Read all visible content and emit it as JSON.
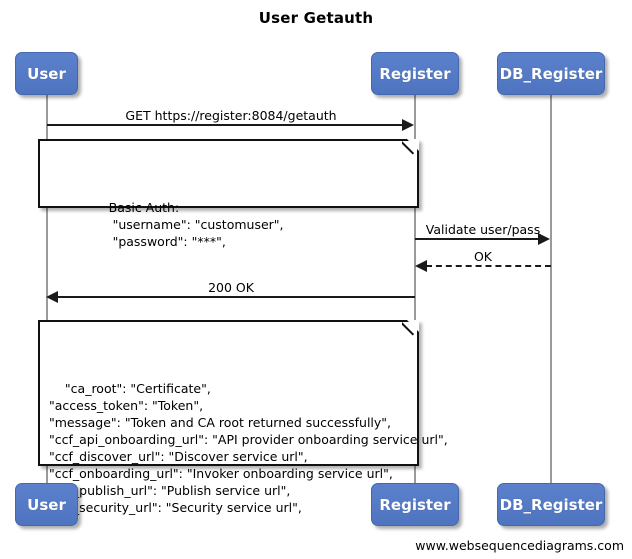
{
  "title": "User Getauth",
  "footer": "www.websequencediagrams.com",
  "colors": {
    "actor_fill": "#557ac8",
    "actor_border": "#4468ae",
    "actor_text": "#ffffff",
    "line": "#1a1a1a",
    "lifeline": "#9a9a9a",
    "note_fill": "#ffffff",
    "note_border": "#111111",
    "background": "#ffffff"
  },
  "actors": [
    {
      "id": "user",
      "label": "User"
    },
    {
      "id": "register",
      "label": "Register"
    },
    {
      "id": "db_register",
      "label": "DB_Register"
    }
  ],
  "messages": [
    {
      "id": "m1",
      "label": "GET https://register:8084/getauth",
      "from": "User",
      "to": "Register",
      "direction": "right",
      "style": "solid"
    },
    {
      "id": "m2",
      "label": "Validate user/pass",
      "from": "Register",
      "to": "DB_Register",
      "direction": "right",
      "style": "solid"
    },
    {
      "id": "m3",
      "label": "OK",
      "from": "DB_Register",
      "to": "Register",
      "direction": "left",
      "style": "dashed"
    },
    {
      "id": "m4",
      "label": "200 OK",
      "from": "Register",
      "to": "User",
      "direction": "left",
      "style": "solid"
    }
  ],
  "notes": [
    {
      "id": "note_basic_auth",
      "lines": [
        "           Basic Auth:",
        "                \"username\": \"customuser\",",
        "                \"password\": \"***\","
      ],
      "text": "           Basic Auth:\n                \"username\": \"customuser\",\n                \"password\": \"***\","
    },
    {
      "id": "note_token_response",
      "lines": [
        "\"ca_root\": \"Certificate\",",
        "\"access_token\": \"Token\",",
        "\"message\": \"Token and CA root returned successfully\",",
        "\"ccf_api_onboarding_url\": \"API provider onboarding service url\",",
        "\"ccf_discover_url\": \"Discover service url\",",
        "\"ccf_onboarding_url\": \"Invoker onboarding service url\",",
        "\"ccf_publish_url\": \"Publish service url\",",
        "\"ccf_security_url\": \"Security service url\","
      ],
      "text": "\"ca_root\": \"Certificate\",\n\"access_token\": \"Token\",\n\"message\": \"Token and CA root returned successfully\",\n\"ccf_api_onboarding_url\": \"API provider onboarding service url\",\n\"ccf_discover_url\": \"Discover service url\",\n\"ccf_onboarding_url\": \"Invoker onboarding service url\",\n\"ccf_publish_url\": \"Publish service url\",\n\"ccf_security_url\": \"Security service url\","
    }
  ]
}
